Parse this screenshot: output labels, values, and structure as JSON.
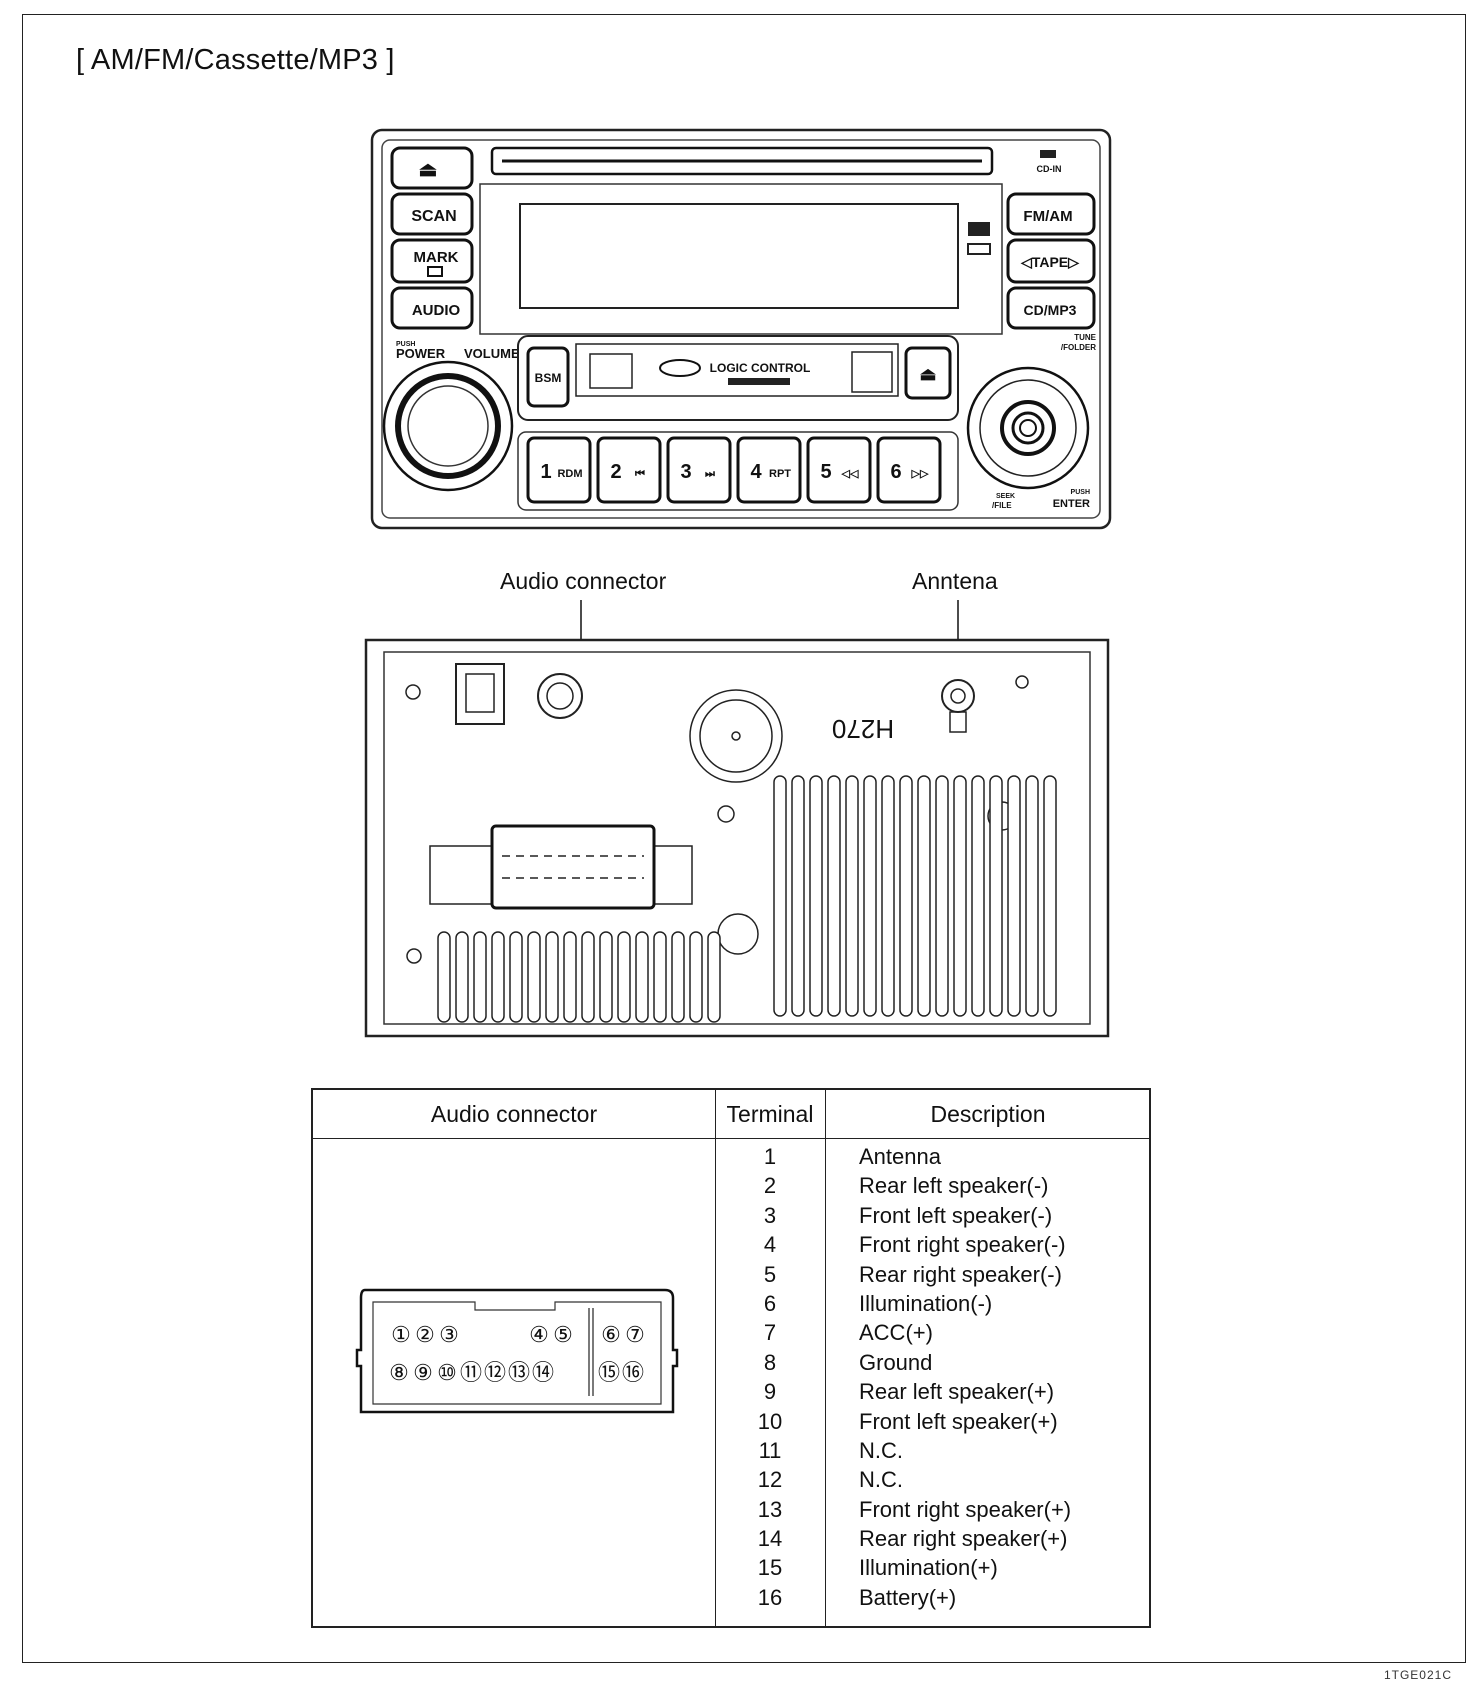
{
  "page": {
    "title": "[ AM/FM/Cassette/MP3 ]",
    "figure_code": "1TGE021C"
  },
  "front_panel": {
    "left_buttons": [
      "SCAN",
      "MARK",
      "AUDIO"
    ],
    "right_buttons": [
      "FM/AM",
      "◁TAPE▷",
      "CD/MP3"
    ],
    "cd_in_label": "CD-IN",
    "bsm_button": "BSM",
    "logic_control_label": "LOGIC CONTROL",
    "push_power_label": "PUSH",
    "power_label": "POWER",
    "volume_label": "VOLUME",
    "tune_label": "TUNE",
    "folder_label": "/FOLDER",
    "seek_label": "SEEK",
    "file_label": "/FILE",
    "push_enter_label": "PUSH",
    "enter_label": "ENTER",
    "preset_buttons": [
      {
        "num": "1",
        "label": "RDM"
      },
      {
        "num": "2",
        "label": "⏮"
      },
      {
        "num": "3",
        "label": "⏭"
      },
      {
        "num": "4",
        "label": "RPT"
      },
      {
        "num": "5",
        "label": "◁◁"
      },
      {
        "num": "6",
        "label": "▷▷"
      }
    ]
  },
  "rear_panel": {
    "callouts": {
      "audio_connector": "Audio connector",
      "antenna": "Anntena"
    },
    "model_marking": "H270"
  },
  "table": {
    "headers": {
      "connector": "Audio connector",
      "terminal": "Terminal",
      "description": "Description"
    },
    "pin_labels": {
      "top": [
        "①",
        "②",
        "③",
        "④",
        "⑤",
        "⑥",
        "⑦"
      ],
      "bottom": [
        "⑧",
        "⑨",
        "⑩",
        "⑪",
        "⑫",
        "⑬",
        "⑭",
        "⑮",
        "⑯"
      ]
    },
    "rows": [
      {
        "terminal": "1",
        "description": "Antenna"
      },
      {
        "terminal": "2",
        "description": "Rear left speaker(-)"
      },
      {
        "terminal": "3",
        "description": "Front left speaker(-)"
      },
      {
        "terminal": "4",
        "description": "Front right speaker(-)"
      },
      {
        "terminal": "5",
        "description": "Rear right speaker(-)"
      },
      {
        "terminal": "6",
        "description": "Illumination(-)"
      },
      {
        "terminal": "7",
        "description": "ACC(+)"
      },
      {
        "terminal": "8",
        "description": "Ground"
      },
      {
        "terminal": "9",
        "description": "Rear left speaker(+)"
      },
      {
        "terminal": "10",
        "description": "Front left speaker(+)"
      },
      {
        "terminal": "11",
        "description": "N.C."
      },
      {
        "terminal": "12",
        "description": "N.C."
      },
      {
        "terminal": "13",
        "description": "Front right speaker(+)"
      },
      {
        "terminal": "14",
        "description": "Rear right speaker(+)"
      },
      {
        "terminal": "15",
        "description": "Illumination(+)"
      },
      {
        "terminal": "16",
        "description": "Battery(+)"
      }
    ]
  }
}
